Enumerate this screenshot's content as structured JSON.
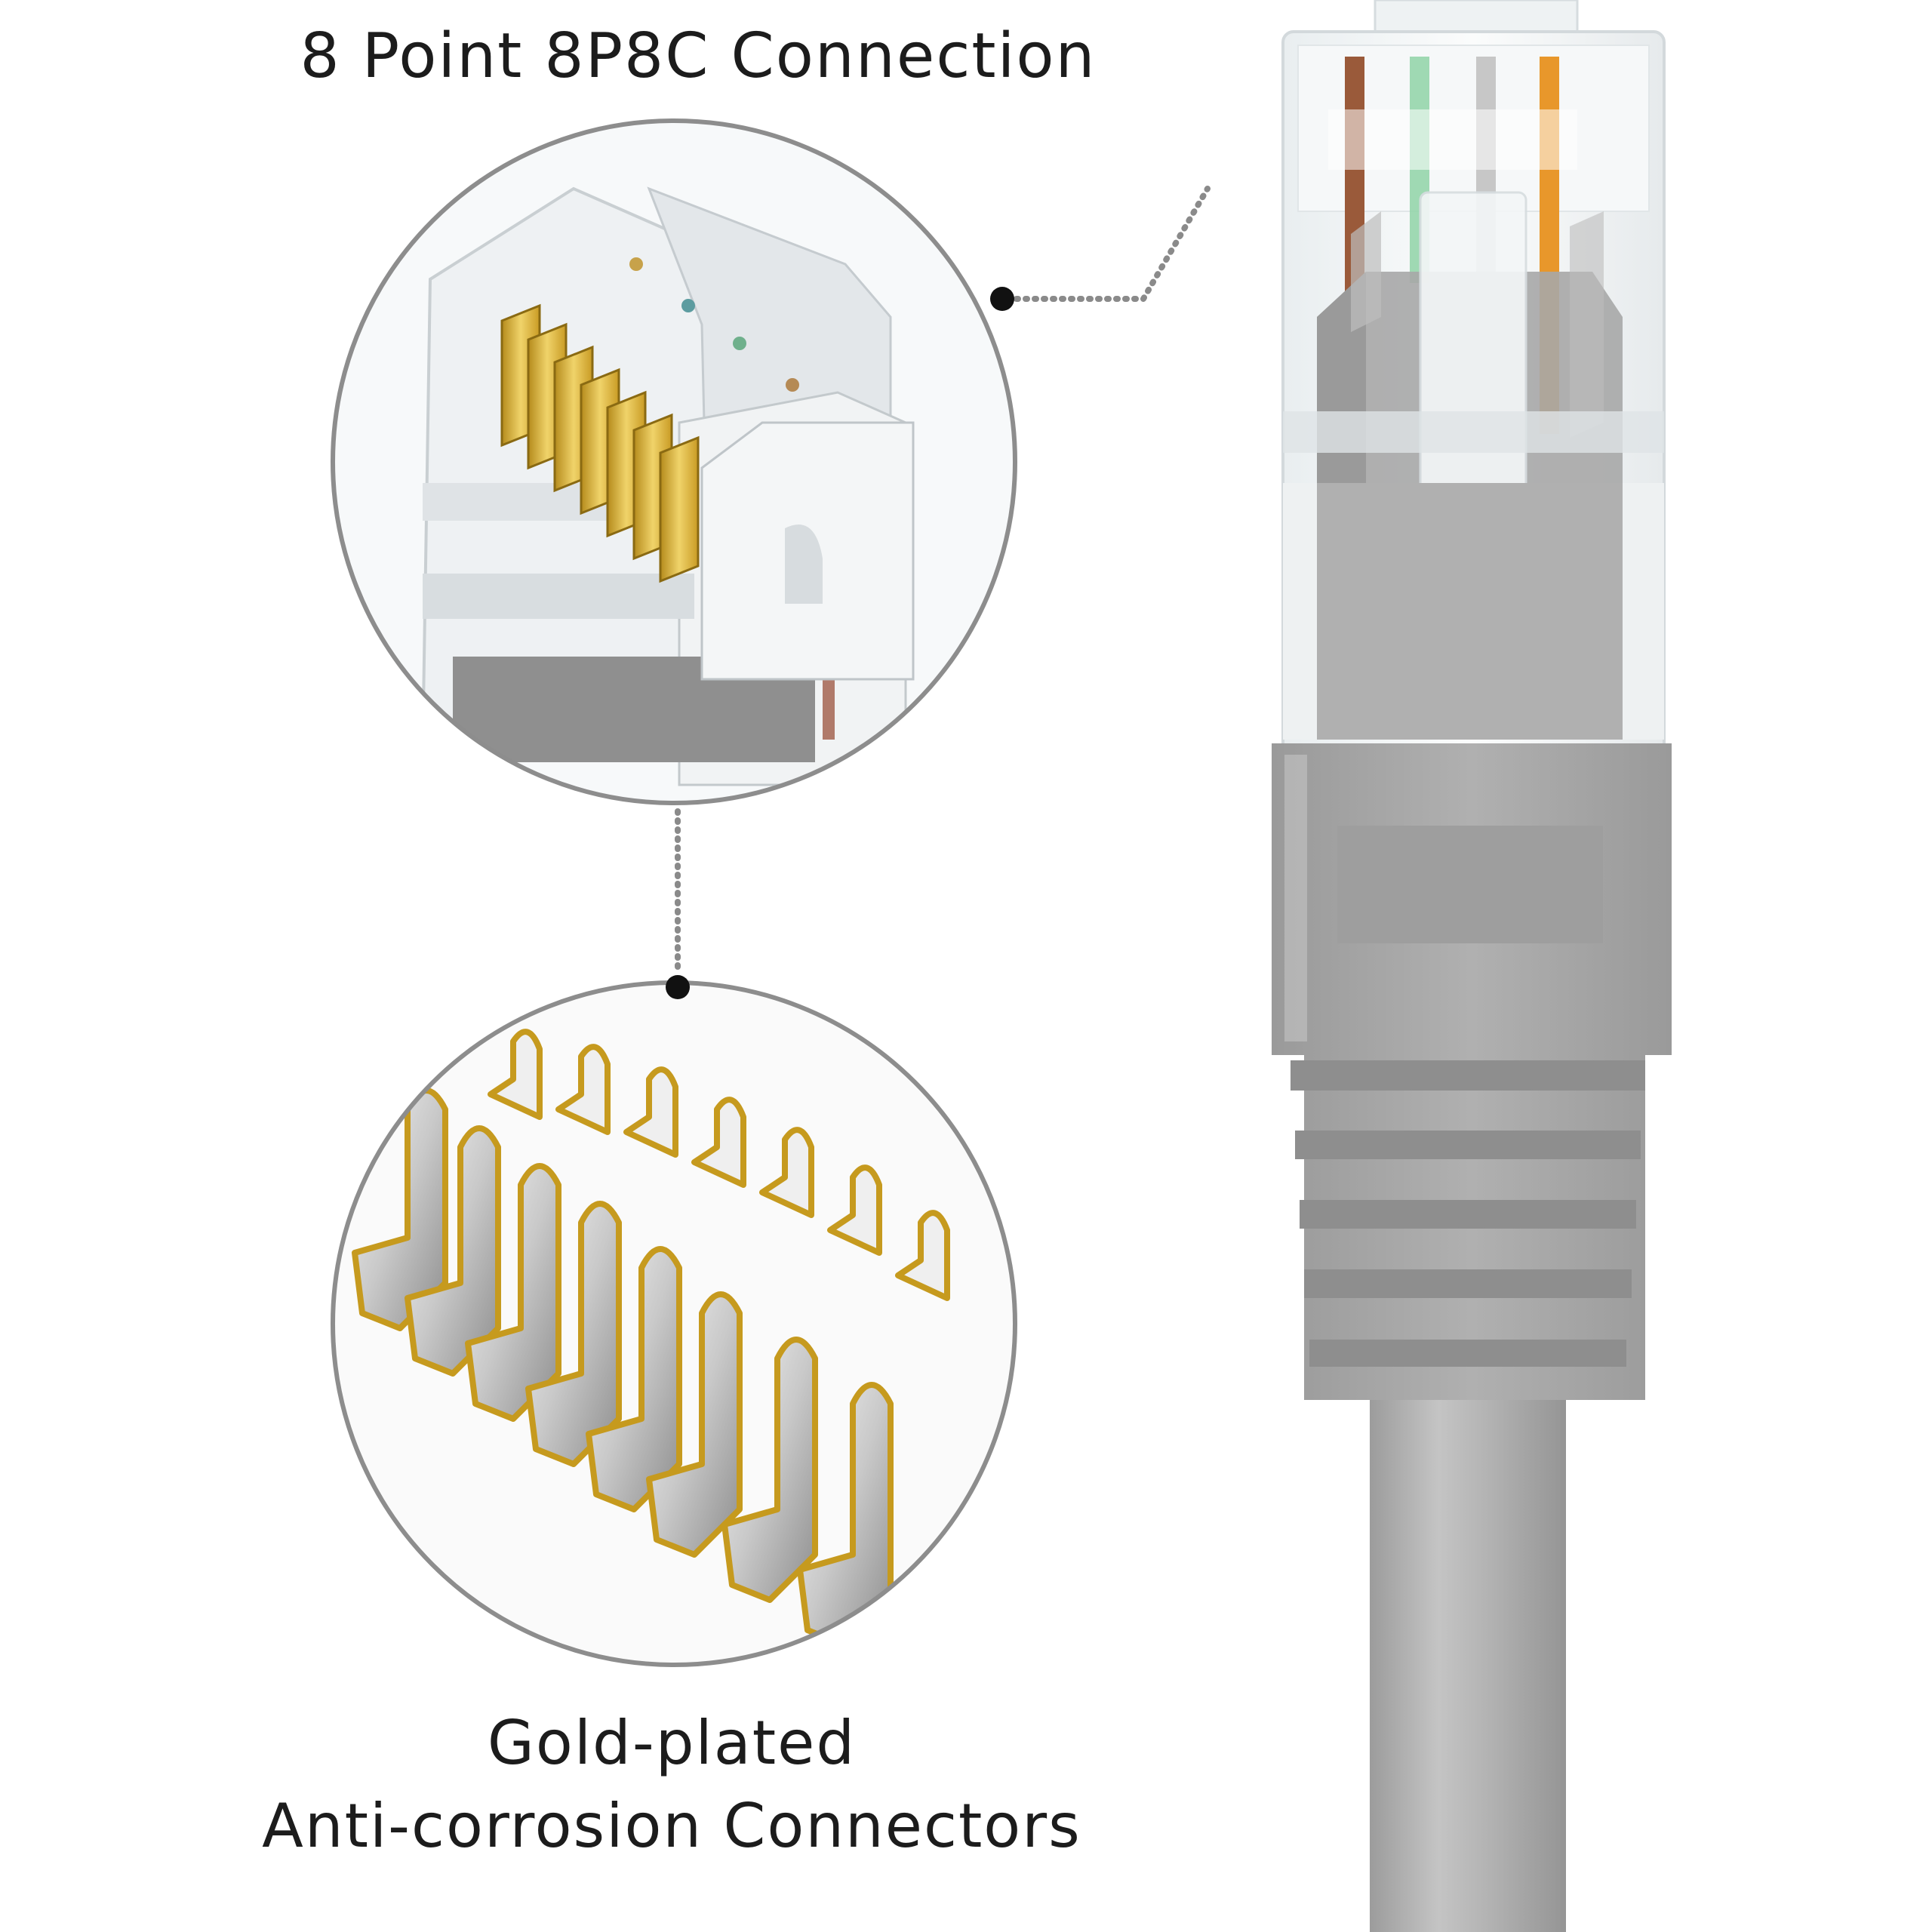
{
  "captions": {
    "connection": "8 Point 8P8C Connection",
    "gold_line1": "Gold-plated",
    "gold_line2": "Anti-corrosion Connectors"
  },
  "colors": {
    "cable_grey": "#a9a9a9",
    "boot_grey": "#a3a3a3",
    "gold": "#d9b43a",
    "wire_brown": "#9a5a3a",
    "wire_green": "#8fd3a7",
    "wire_orange": "#e8972b",
    "circle_outline": "#8d8d8d"
  },
  "icons": {
    "callout_dot": "callout-dot-icon"
  }
}
